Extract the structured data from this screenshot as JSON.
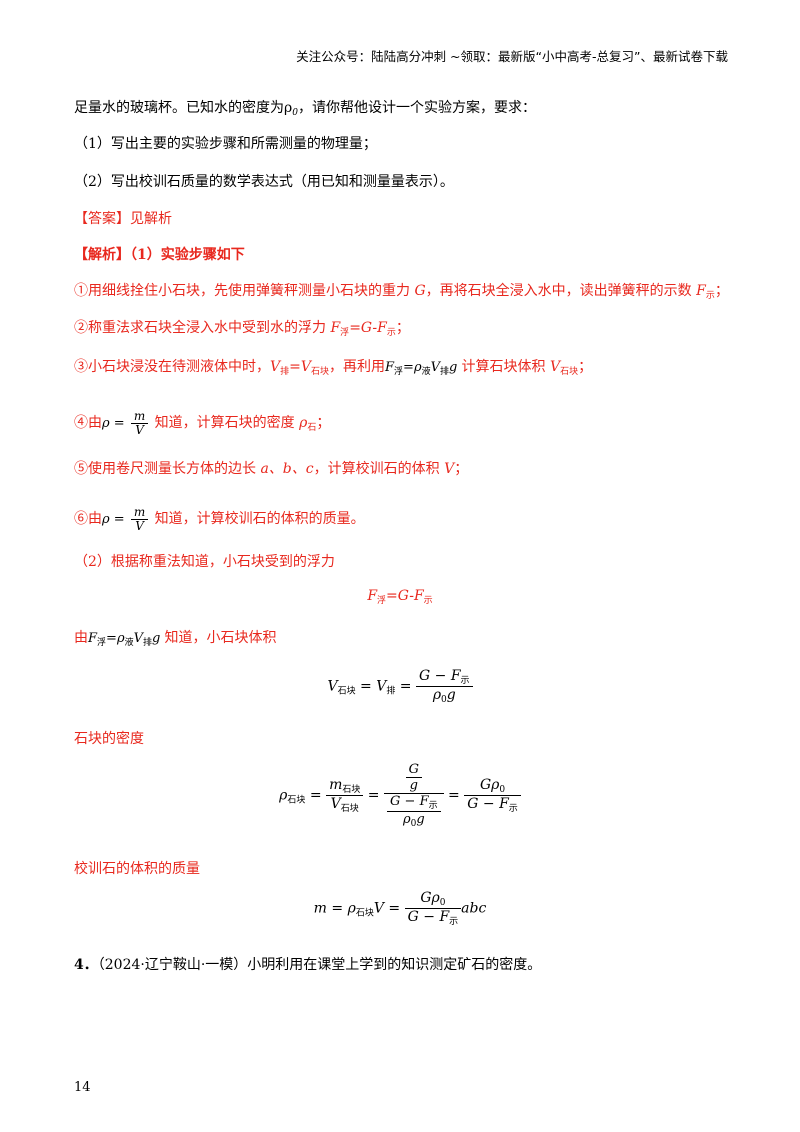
{
  "header": {
    "text": "关注公众号：陆陆高分冲刺 ~领取：最新版“小中高考-总复习”、最新试卷下载"
  },
  "question": {
    "intro": "足量水的玻璃杯。已知水的密度为ρ",
    "intro_sub": "0",
    "intro_end": "，请你帮他设计一个实验方案，要求：",
    "req1": "（1）写出主要的实验步骤和所需测量的物理量；",
    "req2": "（2）写出校训石质量的数学表达式（用已知和测量量表示）。"
  },
  "answer": {
    "label": "【答案】",
    "text": "见解析"
  },
  "analysis": {
    "label": "【解析】",
    "part1_head": "（1）实验步骤如下",
    "step1_a": "①用细线拴住小石块，先使用弹簧秤测量小石块的重力 ",
    "step1_G": "G",
    "step1_b": "，再将石块全浸入水中，读出弹簧秤的示数 ",
    "step1_F": "F",
    "step1_sub": "示",
    "step1_end": "；",
    "step2_a": "②称重法求石块全浸入水中受到水的浮力 ",
    "step2_F": "F",
    "step2_sub1": "浮",
    "step2_eq": "=G-F",
    "step2_sub2": "示",
    "step2_end": "；",
    "step3_a": "③小石块浸没在待测液体中时，",
    "step3_V1": "V",
    "step3_sub1": "排",
    "step3_eq": "=V",
    "step3_sub2": "石块",
    "step3_b": "，再利用",
    "step3_c": "计算石块体积 ",
    "step3_V": "V",
    "step3_sub3": "石块",
    "step3_end": "；",
    "step4_a": "④由",
    "step4_b": "知道，计算石块的密度 ",
    "step4_rho": "ρ",
    "step4_sub": "石",
    "step4_end": "；",
    "step5_a": "⑤使用卷尺测量长方体的边长 ",
    "step5_abc": "a、b、c",
    "step5_b": "，计算校训石的体积 ",
    "step5_V": "V",
    "step5_end": "；",
    "step6_a": "⑥由",
    "step6_b": "知道，计算校训石的体积的质量。",
    "part2_head": "（2）根据称重法知道，小石块受到的浮力",
    "eq1_F": "F",
    "eq1_sub": "浮",
    "eq1_rest": "=G-F",
    "eq1_sub2": "示",
    "by_a": "由",
    "by_b": "知道，小石块体积",
    "density_label": "石块的密度",
    "mass_label": "校训石的体积的质量"
  },
  "next_question": {
    "number": "4．",
    "source": "（2024·辽宁鞍山·一模）",
    "text": "小明利用在课堂上学到的知识测定矿石的密度。"
  },
  "page_number": "14",
  "colors": {
    "red": "#e8281e",
    "text": "#000000"
  }
}
